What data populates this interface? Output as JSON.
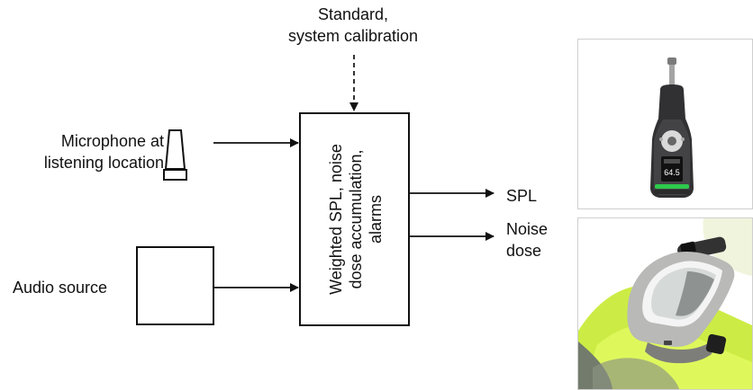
{
  "diagram": {
    "calibration_input": [
      "Standard,",
      "system calibration"
    ],
    "microphone_label": [
      "Microphone at",
      "listening location"
    ],
    "audio_source_label": "Audio source",
    "processor_label": [
      "Weighted SPL, noise",
      "dose accumulation,",
      "alarms"
    ],
    "outputs": {
      "spl": "SPL",
      "noise_dose": [
        "Noise",
        "dose"
      ]
    }
  },
  "photos": {
    "meter_display_value": "64.5",
    "meter_icon": "sound-level-meter-photo",
    "vest_icon": "dosimeter-on-vest-photo"
  },
  "colors": {
    "line": "#111111",
    "meter_green": "#2ec94b",
    "vest_yellow": "#d7f04a"
  }
}
